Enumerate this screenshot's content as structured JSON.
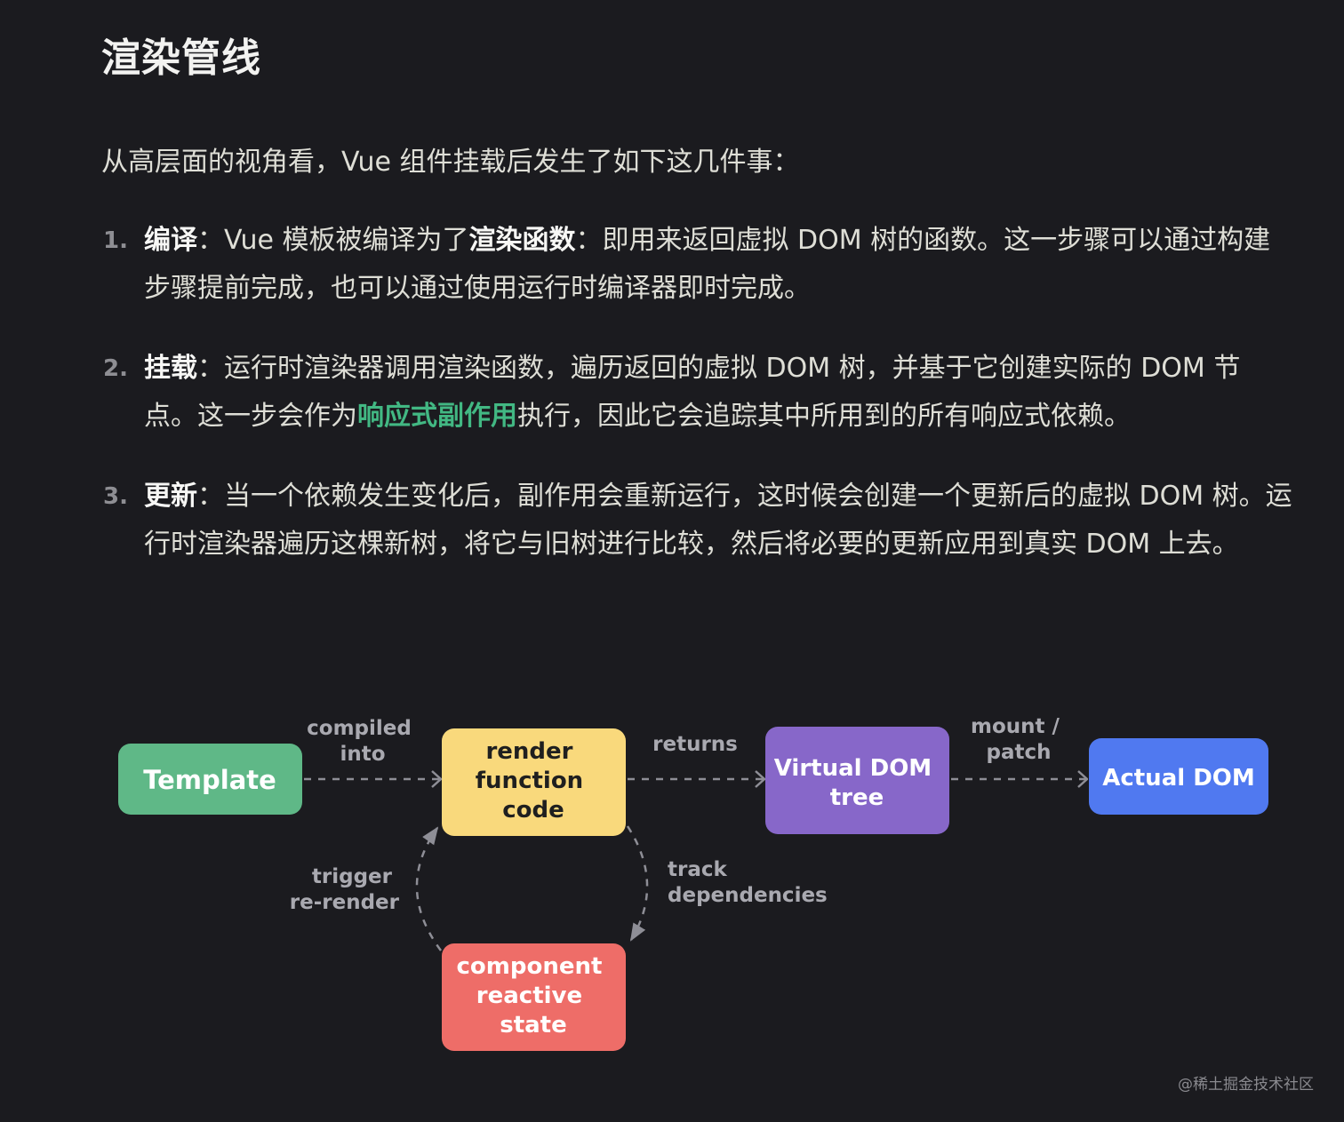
{
  "title": "渲染管线",
  "intro": "从高层面的视角看，Vue 组件挂载后发生了如下这几件事：",
  "steps": [
    {
      "num": "1.",
      "term": "编译",
      "sep": "：",
      "parts": [
        {
          "text": "Vue 模板被编译为了",
          "style": "plain"
        },
        {
          "text": "渲染函数",
          "style": "strong"
        },
        {
          "text": "：即用来返回虚拟 DOM 树的函数。这一步骤可以通过构建步骤提前完成，也可以通过使用运行时编译器即时完成。",
          "style": "plain"
        }
      ]
    },
    {
      "num": "2.",
      "term": "挂载",
      "sep": "：",
      "parts": [
        {
          "text": "运行时渲染器调用渲染函数，遍历返回的虚拟 DOM 树，并基于它创建实际的 DOM 节点。这一步会作为",
          "style": "plain"
        },
        {
          "text": "响应式副作用",
          "style": "link"
        },
        {
          "text": "执行，因此它会追踪其中所用到的所有响应式依赖。",
          "style": "plain"
        }
      ]
    },
    {
      "num": "3.",
      "term": "更新",
      "sep": "：",
      "parts": [
        {
          "text": "当一个依赖发生变化后，副作用会重新运行，这时候会创建一个更新后的虚拟 DOM 树。运行时渲染器遍历这棵新树，将它与旧树进行比较，然后将必要的更新应用到真实 DOM 上去。",
          "style": "plain"
        }
      ]
    }
  ],
  "diagram": {
    "nodes": {
      "template": {
        "lines": [
          "Template"
        ],
        "color": "#5fb887"
      },
      "render": {
        "lines": [
          "render",
          "function",
          "code"
        ],
        "color": "#f9d97c"
      },
      "vdom": {
        "lines": [
          "Virtual DOM",
          "tree"
        ],
        "color": "#8767c9"
      },
      "actual": {
        "lines": [
          "Actual DOM"
        ],
        "color": "#5079f0"
      },
      "state": {
        "lines": [
          "component",
          "reactive",
          "state"
        ],
        "color": "#ee6d68"
      }
    },
    "edges": {
      "compiled": {
        "lines": [
          "compiled",
          "into"
        ]
      },
      "returns": {
        "lines": [
          "returns"
        ]
      },
      "mount": {
        "lines": [
          "mount /",
          "patch"
        ]
      },
      "trigger": {
        "lines": [
          "trigger",
          "re-render"
        ]
      },
      "track": {
        "lines": [
          "track",
          "dependencies"
        ]
      }
    }
  },
  "watermark": "@稀土掘金技术社区",
  "colors": {
    "link": "#42b883",
    "background": "#1b1b1f",
    "arrow": "#8e8e96"
  }
}
